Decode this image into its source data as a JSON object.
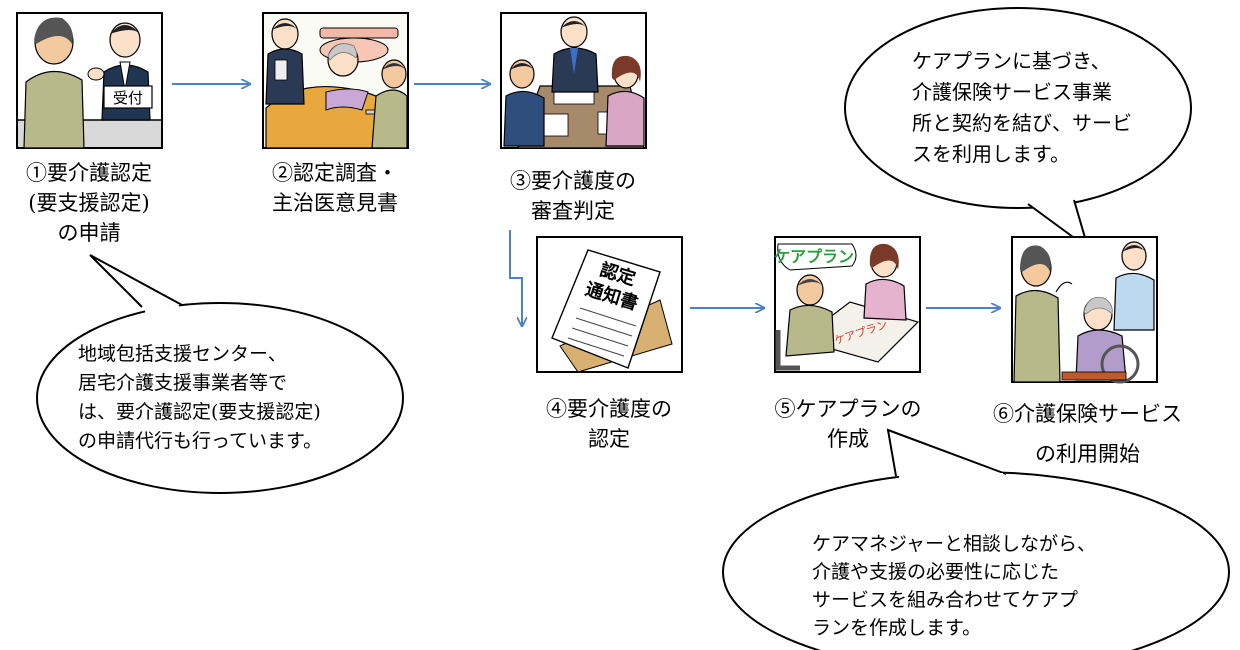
{
  "steps": [
    {
      "lines": [
        "①要介護認定",
        "(要支援認定)",
        "の申請"
      ]
    },
    {
      "lines": [
        "②認定調査・",
        "主治医意見書"
      ]
    },
    {
      "lines": [
        "③要介護度の",
        "審査判定"
      ]
    },
    {
      "lines": [
        "④要介護度の",
        "認定"
      ]
    },
    {
      "lines": [
        "⑤ケアプランの",
        "作成"
      ]
    },
    {
      "lines": [
        "⑥介護保険サービス",
        "の利用開始"
      ]
    }
  ],
  "illustration_text": {
    "reception_sign": "受付",
    "notice_doc": [
      "認定",
      "通知書"
    ],
    "careplan_sign": "ケアプラン",
    "careplan_paper": "ケアプラン"
  },
  "bubbles": {
    "bubble_top": [
      "ケアプランに基づき、",
      "介護保険サービス事業",
      "所と契約を結び、サービ",
      "スを利用します。"
    ],
    "bubble_left": [
      "地域包括支援センター、",
      "居宅介護支援事業者等で",
      "は、要介護認定(要支援認定)",
      "の申請代行も行っています。"
    ],
    "bubble_bottom": [
      "ケアマネジャーと相談しながら、",
      "介護や支援の必要性に応じた",
      "サービスを組み合わせてケアプ",
      "ランを作成します。"
    ]
  },
  "colors": {
    "arrow": "#4f81bd",
    "outline": "#000000"
  }
}
